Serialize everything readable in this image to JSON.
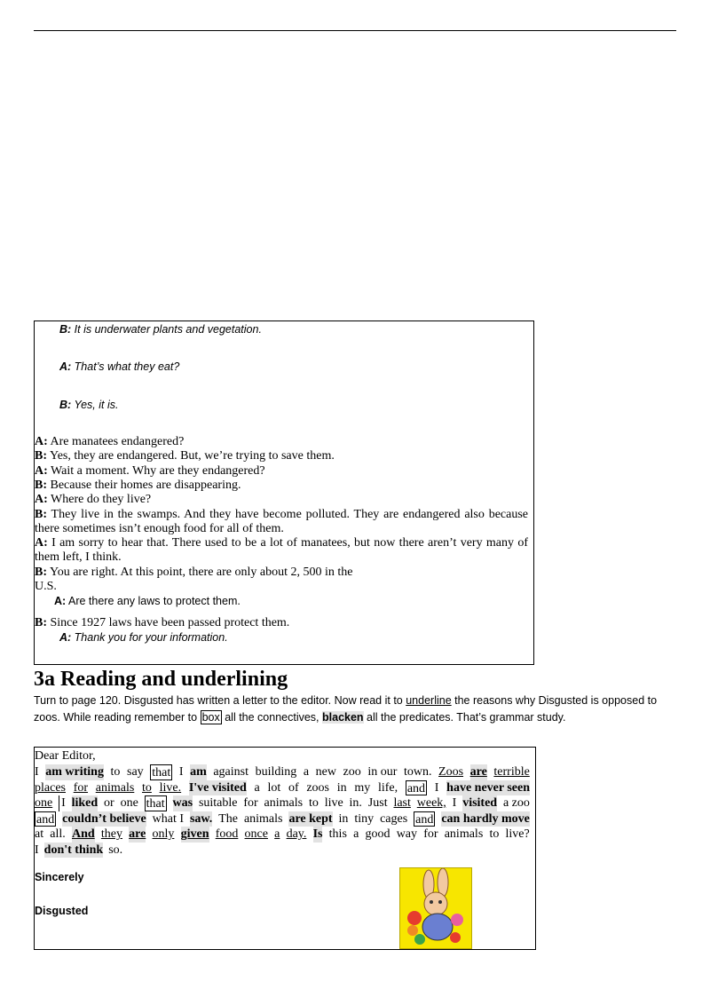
{
  "dialog": {
    "italic_lines": [
      {
        "speaker": "B:",
        "text": " It is underwater plants and vegetation."
      },
      {
        "speaker": "A:",
        "text": " That’s what they eat?"
      },
      {
        "speaker": "B:",
        "text": " Yes, it is."
      }
    ],
    "lines": [
      {
        "speaker": "A:",
        "text": " Are manatees endangered?"
      },
      {
        "speaker": "B:",
        "text": " Yes, they are endangered. But, we’re trying to save them."
      },
      {
        "speaker": "A:",
        "text": " Wait a moment. Why are they endangered?"
      },
      {
        "speaker": "B:",
        "text": " Because their homes are disappearing."
      },
      {
        "speaker": "A:",
        "text": " Where do they live?"
      },
      {
        "speaker": "B:",
        "text": " They live in the swamps. And they have become polluted. They are endangered also because there sometimes isn’t enough food for all of them."
      },
      {
        "speaker": "A:",
        "text": " I am sorry to hear that. There used to be a lot of manatees, but now there aren’t very many of them left, I think."
      },
      {
        "speaker": "B:",
        "text": " You are right. At this point, there are only about 2, 500 in the"
      },
      {
        "speaker": "",
        "text": "U.S."
      }
    ],
    "laws_line": {
      "speaker": "A:",
      "text": " Are there any laws to protect them."
    },
    "since_line": {
      "speaker": "B:",
      "text": " Since 1927 laws have been passed protect them."
    },
    "thanks_line": {
      "speaker": "A:",
      "text": " Thank you for your information."
    }
  },
  "section": {
    "heading": "3a Reading and underlining",
    "instr": {
      "p1": "Turn to page 120. Disgusted has written a letter to the editor. Now read it to ",
      "underline": "underline",
      "p2": " the reasons why Disgusted is opposed to zoos. While reading remember to ",
      "box": "box",
      "p3": " all the connectives, ",
      "blacken": "blacken",
      "p4": " all the predicates. That’s grammar study."
    }
  },
  "letter": {
    "greeting": "Dear Editor,",
    "closing": "Sincerely",
    "signature": "Disgusted",
    "lines": [
      [
        {
          "t": "I"
        },
        {
          "t": "am writing",
          "s": "g"
        },
        {
          "t": "to"
        },
        {
          "t": "say"
        },
        {
          "t": "that",
          "s": "box"
        },
        {
          "t": "I"
        },
        {
          "t": "am",
          "s": "g"
        },
        {
          "t": "against"
        },
        {
          "t": "building"
        },
        {
          "t": "a"
        },
        {
          "t": "new"
        },
        {
          "t": "zoo"
        },
        {
          "t": "in our"
        },
        {
          "t": "town."
        },
        {
          "t": "Zoos",
          "s": "u"
        },
        {
          "t": "are",
          "s": "gu"
        },
        {
          "t": "terrible",
          "s": "u"
        }
      ],
      [
        {
          "t": "places",
          "s": "u"
        },
        {
          "t": "for",
          "s": "u"
        },
        {
          "t": "animals",
          "s": "u"
        },
        {
          "t": "to",
          "s": "u"
        },
        {
          "t": "live.",
          "s": "u"
        },
        {
          "t": "I've visited",
          "s": "g"
        },
        {
          "t": "a"
        },
        {
          "t": "lot"
        },
        {
          "t": "of"
        },
        {
          "t": "zoos"
        },
        {
          "t": "in"
        },
        {
          "t": "my"
        },
        {
          "t": "life,"
        },
        {
          "t": "and",
          "s": "box"
        },
        {
          "t": "I"
        },
        {
          "t": "have never seen",
          "s": "g"
        }
      ],
      [
        {
          "t": "one",
          "s": "u"
        },
        {
          "t": "I",
          "s": "boxlead"
        },
        {
          "t": "liked",
          "s": "g"
        },
        {
          "t": "or"
        },
        {
          "t": "one"
        },
        {
          "t": "that",
          "s": "box"
        },
        {
          "t": "was",
          "s": "g"
        },
        {
          "t": "suitable"
        },
        {
          "t": "for"
        },
        {
          "t": "animals"
        },
        {
          "t": "to"
        },
        {
          "t": "live"
        },
        {
          "t": "in."
        },
        {
          "t": "Just"
        },
        {
          "t": "last",
          "s": "u"
        },
        {
          "t": "week,",
          "s": "u"
        },
        {
          "t": "I"
        },
        {
          "t": "visited",
          "s": "g"
        },
        {
          "t": "a zoo"
        }
      ],
      [
        {
          "t": "and",
          "s": "box"
        },
        {
          "t": "couldn’t believe",
          "s": "g"
        },
        {
          "t": "what I"
        },
        {
          "t": "saw.",
          "s": "g"
        },
        {
          "t": "The"
        },
        {
          "t": "animals"
        },
        {
          "t": "are kept",
          "s": "g"
        },
        {
          "t": "in"
        },
        {
          "t": "tiny"
        },
        {
          "t": "cages"
        },
        {
          "t": "and",
          "s": "box"
        },
        {
          "t": "can hardly move",
          "s": "g"
        }
      ],
      [
        {
          "t": "at"
        },
        {
          "t": "all."
        },
        {
          "t": "And",
          "s": "gu"
        },
        {
          "t": "they",
          "s": "u"
        },
        {
          "t": "are",
          "s": "gu"
        },
        {
          "t": "only",
          "s": "u"
        },
        {
          "t": "given",
          "s": "gu"
        },
        {
          "t": "food",
          "s": "u"
        },
        {
          "t": "once",
          "s": "u"
        },
        {
          "t": "a",
          "s": "u"
        },
        {
          "t": "day.",
          "s": "u"
        },
        {
          "t": "Is",
          "s": "g"
        },
        {
          "t": "this"
        },
        {
          "t": "a"
        },
        {
          "t": "good"
        },
        {
          "t": "way"
        },
        {
          "t": "for"
        },
        {
          "t": "animals"
        },
        {
          "t": "to"
        },
        {
          "t": "live?"
        }
      ],
      [
        {
          "t": "I"
        },
        {
          "t": "don't think",
          "s": "g"
        },
        {
          "t": "so."
        }
      ]
    ]
  },
  "colors": {
    "highlight": "#e2e2e2",
    "picture_bg": "#f7e600"
  },
  "icons": {
    "picture": "rabbit-illustration"
  }
}
